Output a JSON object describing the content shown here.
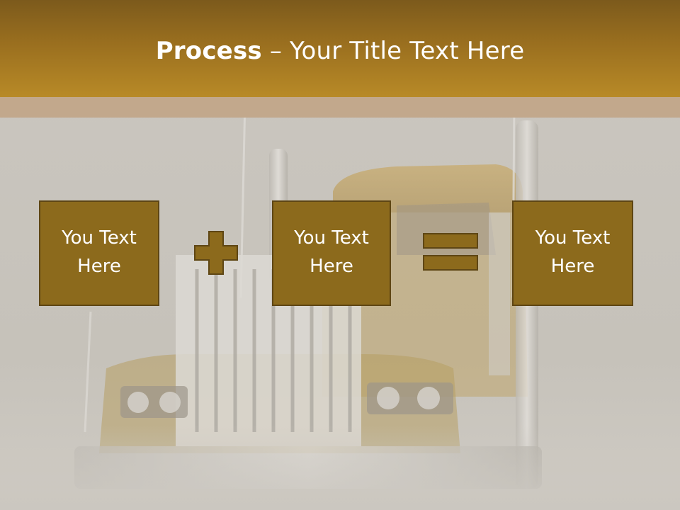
{
  "slide": {
    "title": {
      "bold_part": "Process",
      "rest": " – Your Title Text Here"
    },
    "steps": [
      {
        "label": "You Text\nHere"
      },
      {
        "label": "You Text\nHere"
      },
      {
        "label": "You Text\nHere"
      }
    ],
    "operators": [
      "plus",
      "equals"
    ]
  },
  "colors": {
    "header_top": "#7c5a1c",
    "header_bottom": "#b88a27",
    "box_fill": "#8c6a1c",
    "box_border": "#5e4614",
    "background": "#c9c5bd"
  }
}
